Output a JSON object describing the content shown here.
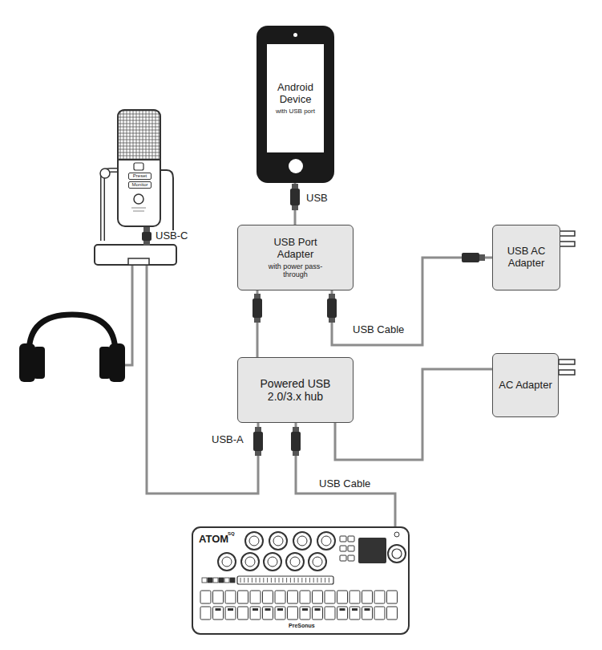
{
  "diagram": {
    "nodes": [
      {
        "text": [
          "Android Device",
          "with USB port"
        ]
      },
      {
        "text": [
          "USB Port Adapter",
          "with power pass-through"
        ]
      },
      {
        "text": [
          "USB AC Adapter"
        ]
      },
      {
        "text": [
          "Powered USB 2.0/3.x hub"
        ]
      },
      {
        "text": [
          "AC Adapter"
        ]
      }
    ],
    "edges": [
      {
        "from": 0,
        "to": 1,
        "label": "USB",
        "arrow": "none"
      },
      {
        "from": 1,
        "to": 2,
        "label": "USB Cable",
        "arrow": "none"
      },
      {
        "from": 1,
        "to": 3,
        "arrow": "none"
      },
      {
        "from": 3,
        "to": 4,
        "arrow": "none"
      }
    ],
    "labels": [
      "USB-C",
      "USB-A",
      "USB Cable",
      "Preset",
      "Monitor",
      "ATOM",
      "SQ",
      "PreSonus"
    ]
  }
}
